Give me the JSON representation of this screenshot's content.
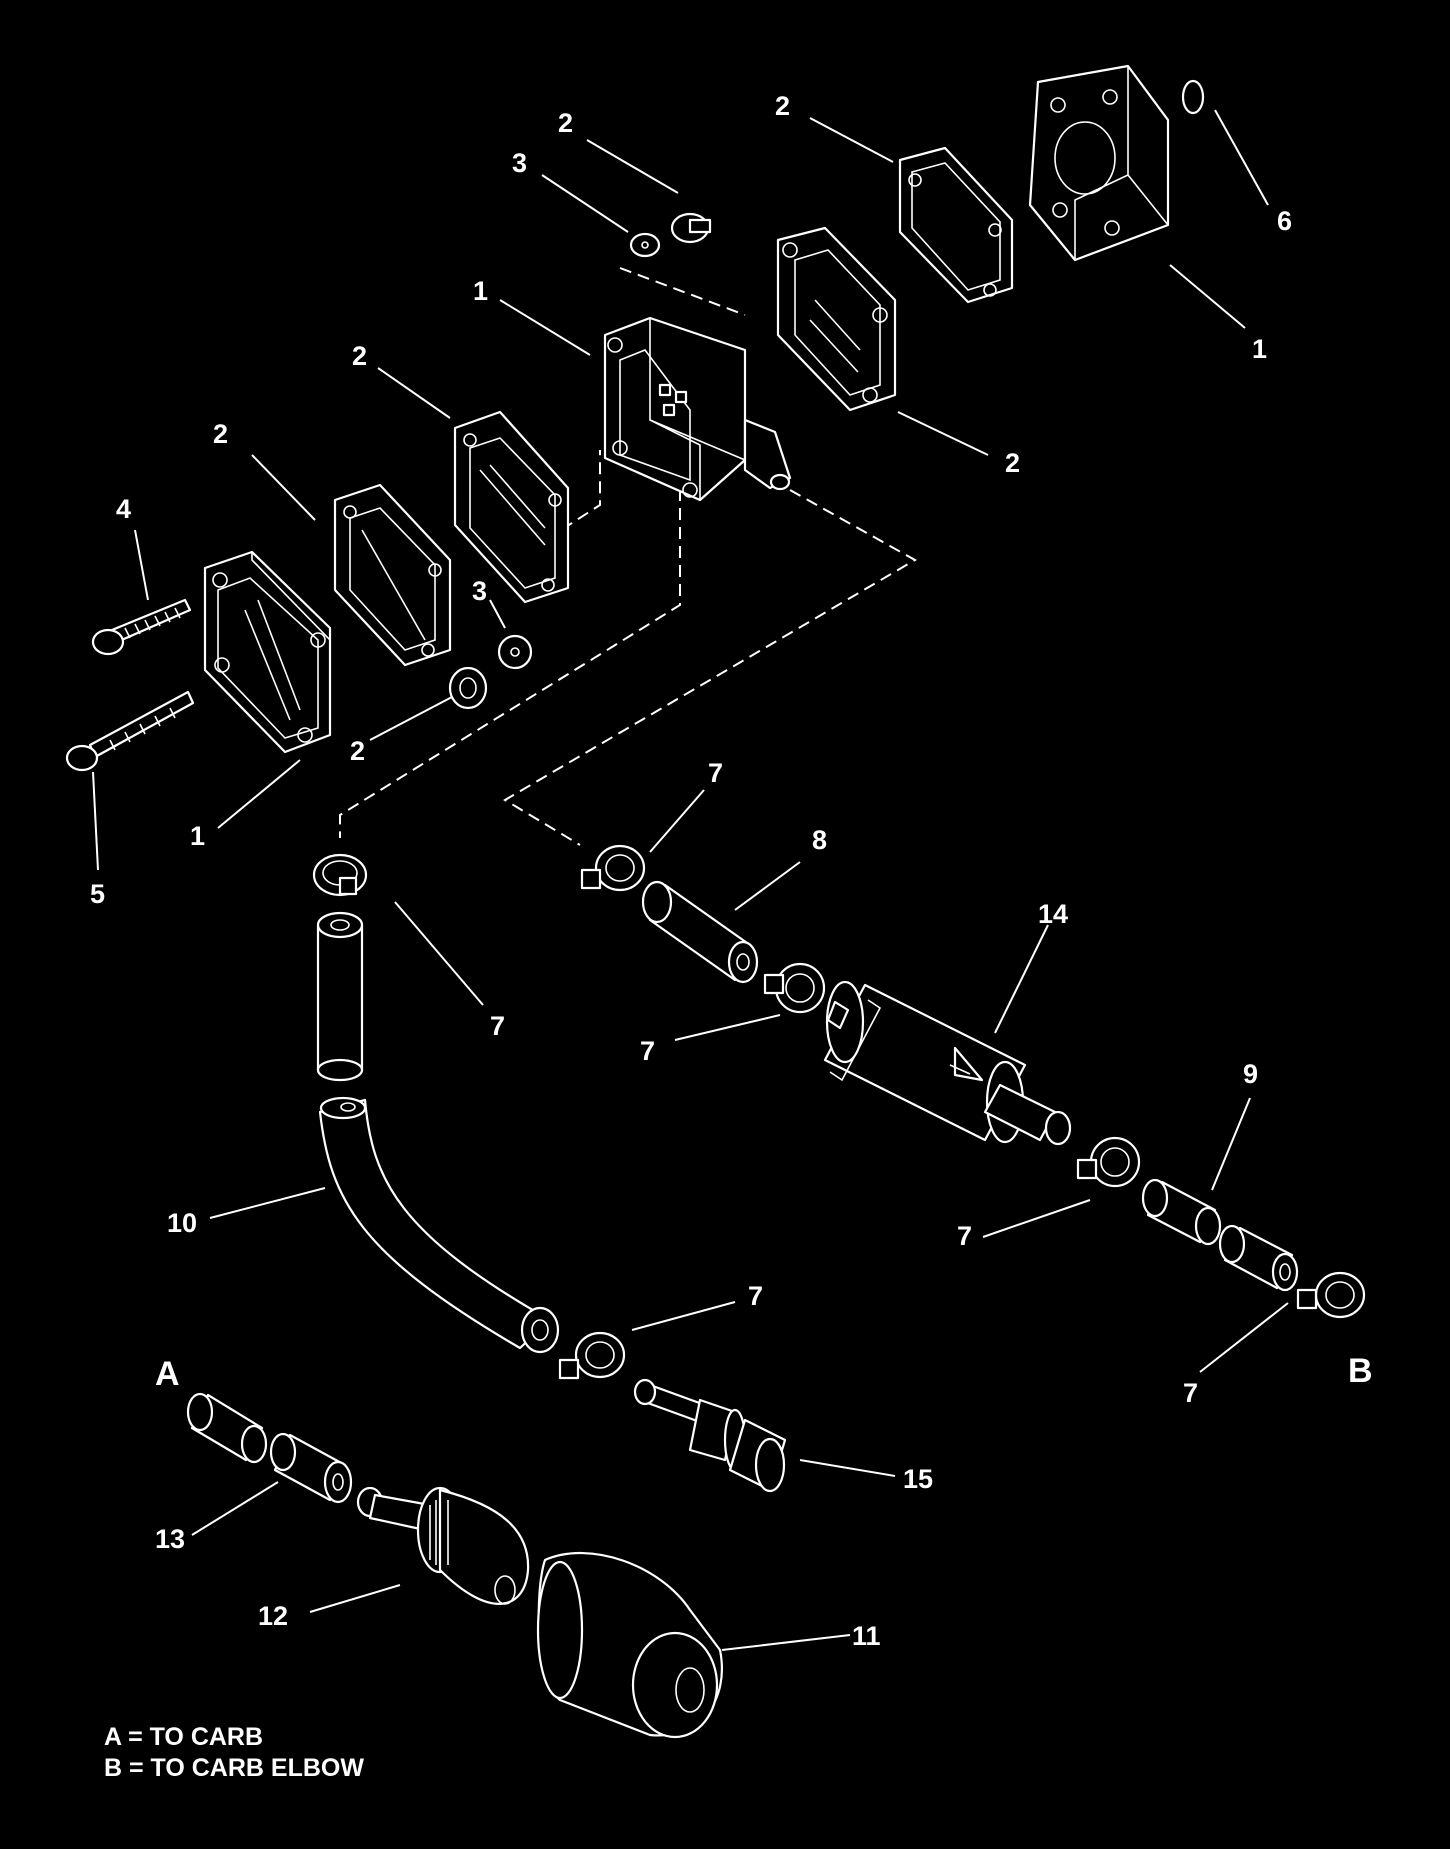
{
  "callouts": [
    {
      "id": "c-2a",
      "text": "2"
    },
    {
      "id": "c-3a",
      "text": "3"
    },
    {
      "id": "c-2b",
      "text": "2"
    },
    {
      "id": "c-6",
      "text": "6"
    },
    {
      "id": "c-1a",
      "text": "1"
    },
    {
      "id": "c-1b",
      "text": "1"
    },
    {
      "id": "c-2c",
      "text": "2"
    },
    {
      "id": "c-2d",
      "text": "2"
    },
    {
      "id": "c-2e",
      "text": "2"
    },
    {
      "id": "c-4",
      "text": "4"
    },
    {
      "id": "c-3b",
      "text": "3"
    },
    {
      "id": "c-2f",
      "text": "2"
    },
    {
      "id": "c-1c",
      "text": "1"
    },
    {
      "id": "c-5",
      "text": "5"
    },
    {
      "id": "c-7a",
      "text": "7"
    },
    {
      "id": "c-8",
      "text": "8"
    },
    {
      "id": "c-14",
      "text": "14"
    },
    {
      "id": "c-7b",
      "text": "7"
    },
    {
      "id": "c-7c",
      "text": "7"
    },
    {
      "id": "c-9",
      "text": "9"
    },
    {
      "id": "c-10",
      "text": "10"
    },
    {
      "id": "c-7d",
      "text": "7"
    },
    {
      "id": "c-7e",
      "text": "7"
    },
    {
      "id": "c-7f",
      "text": "7"
    },
    {
      "id": "c-15",
      "text": "15"
    },
    {
      "id": "c-13",
      "text": "13"
    },
    {
      "id": "c-12",
      "text": "12"
    },
    {
      "id": "c-11",
      "text": "11"
    }
  ],
  "connection_labels": {
    "a": "A",
    "b": "B"
  },
  "legend": [
    "A = TO CARB",
    "B = TO CARB ELBOW"
  ],
  "colors": {
    "background": "#000000",
    "line": "#ffffff"
  }
}
